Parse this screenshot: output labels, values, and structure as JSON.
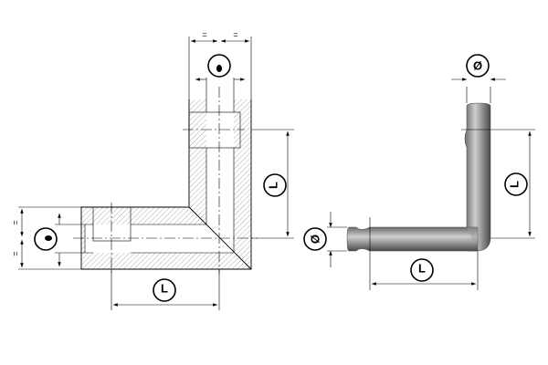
{
  "section_view": {
    "equal_mark": "=",
    "length_label": "L",
    "vertical_length_label": "L"
  },
  "pin_view": {
    "diameter_label": "Ø",
    "length_label": "L",
    "vertical_length_label": "L"
  },
  "colors": {
    "line": "#000000",
    "pin_light": "#c8c8c8",
    "pin_dark": "#555555"
  }
}
